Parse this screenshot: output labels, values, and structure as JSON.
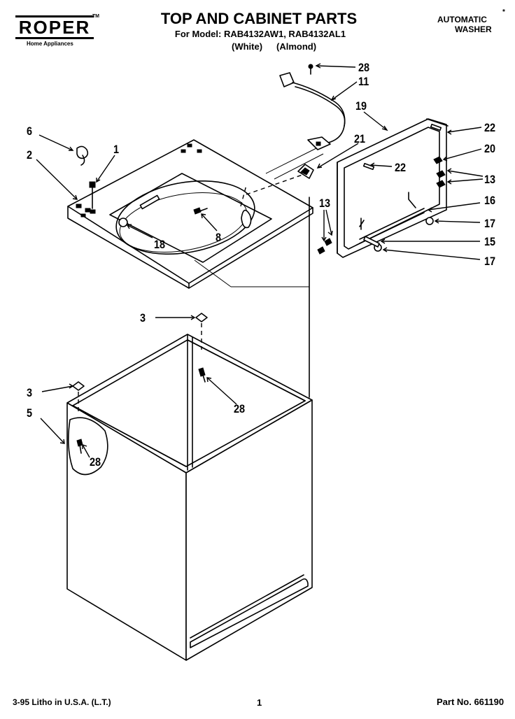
{
  "brand": {
    "name": "ROPER",
    "trademark": "TM",
    "tagline": "Home Appliances"
  },
  "header": {
    "title": "TOP AND CABINET PARTS",
    "model_line": "For Model: RAB4132AW1, RAB4132AL1",
    "color_white": "(White)",
    "color_almond": "(Almond)",
    "product_type_line1": "AUTOMATIC",
    "product_type_line2": "WASHER",
    "asterisk": "*"
  },
  "callouts": [
    "28",
    "11",
    "19",
    "22",
    "20",
    "13",
    "16",
    "17",
    "15",
    "17",
    "22",
    "21",
    "13",
    "6",
    "1",
    "2",
    "8",
    "18",
    "3",
    "28",
    "3",
    "5",
    "28"
  ],
  "footer": {
    "litho": "3-95 Litho in U.S.A. (L.T.)",
    "page_number": "1",
    "part_number": "Part No. 661190"
  }
}
